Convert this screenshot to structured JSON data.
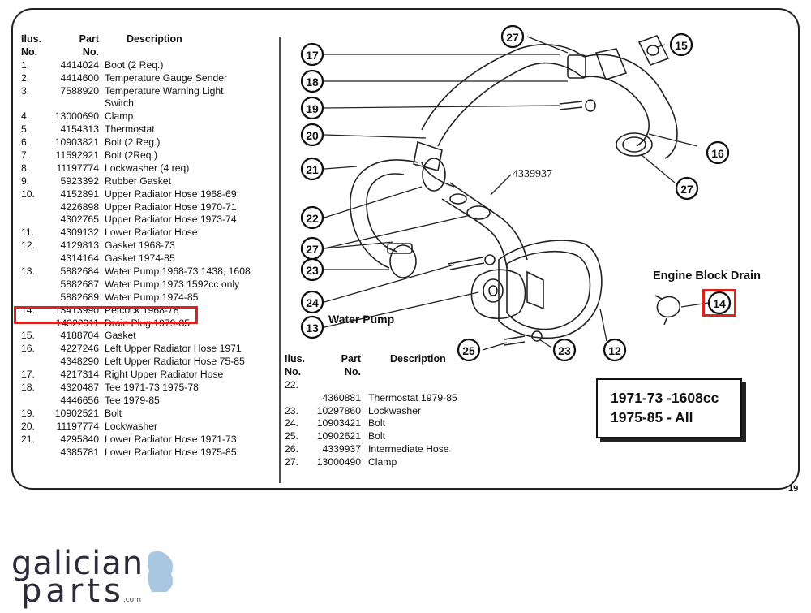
{
  "left_table": {
    "headers": {
      "illus": "Ilus.\nNo.",
      "illus_1": "Ilus.",
      "illus_2": "No.",
      "part_1": "Part",
      "part_2": "No.",
      "desc": "Description"
    },
    "rows": [
      {
        "no": "1.",
        "part": "4414024",
        "desc": "Boot (2 Req.)"
      },
      {
        "no": "2.",
        "part": "4414600",
        "desc": "Temperature Gauge Sender"
      },
      {
        "no": "3.",
        "part": "7588920",
        "desc": "Temperature Warning Light"
      },
      {
        "no": "",
        "part": "",
        "desc": "Switch"
      },
      {
        "no": "4.",
        "part": "13000690",
        "desc": "Clamp"
      },
      {
        "no": "5.",
        "part": "4154313",
        "desc": "Thermostat"
      },
      {
        "no": "6.",
        "part": "10903821",
        "desc": "Bolt (2 Reg.)"
      },
      {
        "no": "7.",
        "part": "11592921",
        "desc": "Bolt (2Req.)"
      },
      {
        "no": "8.",
        "part": "11197774",
        "desc": "Lockwasher (4 req)"
      },
      {
        "no": "9.",
        "part": "5923392",
        "desc": "Rubber Gasket"
      },
      {
        "no": "10.",
        "part": "4152891",
        "desc": "Upper Radiator Hose 1968-69"
      },
      {
        "no": "",
        "part": "4226898",
        "desc": "Upper Radiator Hose 1970-71"
      },
      {
        "no": "",
        "part": "4302765",
        "desc": "Upper Radiator Hose 1973-74"
      },
      {
        "no": "11.",
        "part": "4309132",
        "desc": "Lower Radiator Hose"
      },
      {
        "no": "12.",
        "part": "4129813",
        "desc": "Gasket 1968-73"
      },
      {
        "no": "",
        "part": "4314164",
        "desc": "Gasket 1974-85"
      },
      {
        "no": "13.",
        "part": "5882684",
        "desc": "Water Pump 1968-73 1438, 1608"
      },
      {
        "no": "",
        "part": "5882687",
        "desc": "Water Pump 1973 1592cc only"
      },
      {
        "no": "",
        "part": "5882689",
        "desc": "Water Pump 1974-85"
      },
      {
        "no": "14.",
        "part": "13413990",
        "desc": "Petcock 1968-78"
      },
      {
        "no": "",
        "part": "14322911",
        "desc": "Drain Plug 1979-85"
      },
      {
        "no": "15.",
        "part": "4188704",
        "desc": "Gasket"
      },
      {
        "no": "16.",
        "part": "4227246",
        "desc": "Left Upper Radiator Hose 1971"
      },
      {
        "no": "",
        "part": "4348290",
        "desc": "Left Upper Radiator Hose 75-85"
      },
      {
        "no": "17.",
        "part": "4217314",
        "desc": "Right Upper Radiator Hose"
      },
      {
        "no": "18.",
        "part": "4320487",
        "desc": "Tee 1971-73 1975-78"
      },
      {
        "no": "",
        "part": "4446656",
        "desc": "Tee 1979-85"
      },
      {
        "no": "19.",
        "part": "10902521",
        "desc": "Bolt"
      },
      {
        "no": "20.",
        "part": "11197774",
        "desc": "Lockwasher"
      },
      {
        "no": "21.",
        "part": "4295840",
        "desc": "Lower Radiator Hose 1971-73"
      },
      {
        "no": "",
        "part": "4385781",
        "desc": "Lower Radiator Hose 1975-85"
      }
    ]
  },
  "right_table": {
    "headers": {
      "illus_1": "Ilus.",
      "illus_2": "No.",
      "part_1": "Part",
      "part_2": "No.",
      "desc": "Description"
    },
    "rows": [
      {
        "no": "22.",
        "part": "",
        "desc": ""
      },
      {
        "no": "",
        "part": "4360881",
        "desc": "Thermostat 1979-85"
      },
      {
        "no": "23.",
        "part": "10297860",
        "desc": "Lockwasher"
      },
      {
        "no": "24.",
        "part": "10903421",
        "desc": "Bolt"
      },
      {
        "no": "25.",
        "part": "10902621",
        "desc": "Bolt"
      },
      {
        "no": "26.",
        "part": "4339937",
        "desc": "Intermediate Hose"
      },
      {
        "no": "27.",
        "part": "13000490",
        "desc": "Clamp"
      }
    ]
  },
  "diagram": {
    "callouts": [
      "27",
      "15",
      "17",
      "18",
      "19",
      "20",
      "16",
      "21",
      "27",
      "22",
      "27",
      "23",
      "24",
      "13",
      "25",
      "23",
      "12",
      "14"
    ],
    "part_label": "4339937",
    "water_pump_label": "Water Pump",
    "engine_block_drain_label": "Engine Block Drain"
  },
  "year_box": {
    "line1": "1971-73  -1608cc",
    "line2": "1975-85 - All"
  },
  "page_number": "19",
  "logo": {
    "word1": "galician",
    "word2": "parts",
    "domain": ".com"
  },
  "highlight_color": "#d9241f"
}
